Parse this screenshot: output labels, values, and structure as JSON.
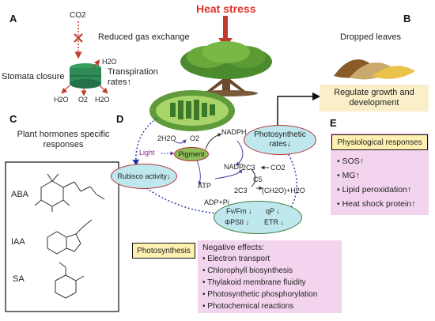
{
  "title": "Heat stress",
  "panels": {
    "A": {
      "letter": "A",
      "co2": "CO2",
      "reduced_gas": "Reduced gas exchange",
      "stomata_closure": "Stomata closure",
      "transpiration": "Transpiration rates↑",
      "h2o_top": "H2O",
      "h2o_left": "H2O",
      "o2": "O2",
      "h2o_right": "H2O"
    },
    "B": {
      "letter": "B",
      "dropped": "Dropped leaves",
      "regulate": "Regulate growth and development"
    },
    "C": {
      "letter": "C",
      "title": "Plant hormones specific responses",
      "hormones": [
        "ABA",
        "IAA",
        "SA"
      ]
    },
    "D": {
      "letter": "D",
      "light": "Light",
      "pigment": "Pigment",
      "h2o": "2H2O",
      "o2": "O2",
      "nadph": "NADPH",
      "nadp": "NADP",
      "atp": "ATP",
      "adp": "ADP+Pi",
      "c3": "2C3",
      "c5": "C5",
      "co2": "CO2",
      "ch2o": "(CH2O)+H2O",
      "c3b": "2C3",
      "rubisco": "Rubisco activity↓",
      "photo_rates": "Photosynthetic rates↓",
      "fvfm": "Fv/Fm ↓",
      "qp": "qP ↓",
      "phi": "ΦPSII ↓",
      "etr": "ETR ↓",
      "photosynthesis": "Photosynthesis",
      "neg_title": "Negative effects:",
      "neg_items": [
        "Electron transport",
        "Chlorophyll biosynthesis",
        "Thylakoid membrane fluidity",
        "Photosynthetic phosphorylation",
        "Photochemical reactions"
      ]
    },
    "E": {
      "letter": "E",
      "title": "Physiological responses",
      "items": [
        "SOS↑",
        "MG↑",
        "Lipid peroxidation↑",
        "Heat shock protein↑"
      ]
    }
  },
  "colors": {
    "heat": "#d9362b",
    "stomata": "#2e8b57",
    "cell_green": "#8fbf5a",
    "rubisco_fill": "#bfe8ee",
    "rubisco_border": "#b03030",
    "pink": "#f3d4ee",
    "yellow": "#fdf0b0",
    "blue_dash": "#2233aa",
    "regulate_bg": "#faefc8"
  }
}
